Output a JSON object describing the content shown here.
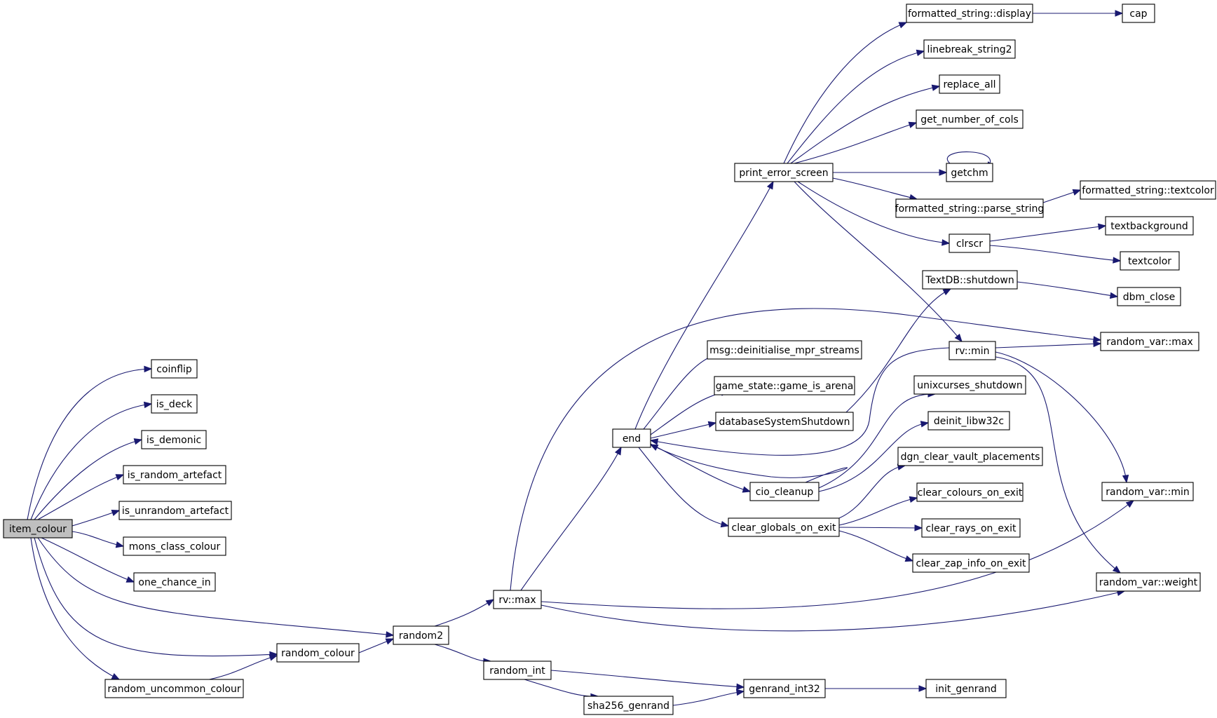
{
  "graph": {
    "nodes": [
      {
        "id": "item_colour",
        "label": "item_colour",
        "root": true
      },
      {
        "id": "coinflip",
        "label": "coinflip"
      },
      {
        "id": "is_deck",
        "label": "is_deck"
      },
      {
        "id": "is_demonic",
        "label": "is_demonic"
      },
      {
        "id": "is_random_artefact",
        "label": "is_random_artefact"
      },
      {
        "id": "is_unrandom_artefact",
        "label": "is_unrandom_artefact"
      },
      {
        "id": "mons_class_colour",
        "label": "mons_class_colour"
      },
      {
        "id": "one_chance_in",
        "label": "one_chance_in"
      },
      {
        "id": "random_uncommon_colour",
        "label": "random_uncommon_colour"
      },
      {
        "id": "random_colour",
        "label": "random_colour"
      },
      {
        "id": "random2",
        "label": "random2"
      },
      {
        "id": "rv_max",
        "label": "rv::max"
      },
      {
        "id": "random_int",
        "label": "random_int"
      },
      {
        "id": "sha256_genrand",
        "label": "sha256_genrand"
      },
      {
        "id": "end",
        "label": "end"
      },
      {
        "id": "print_error_screen",
        "label": "print_error_screen"
      },
      {
        "id": "msg_deinit",
        "label": "msg::deinitialise_mpr_streams"
      },
      {
        "id": "game_is_arena",
        "label": "game_state::game_is_arena"
      },
      {
        "id": "databaseSystemShutdown",
        "label": "databaseSystemShutdown"
      },
      {
        "id": "cio_cleanup",
        "label": "cio_cleanup"
      },
      {
        "id": "clear_globals_on_exit",
        "label": "clear_globals_on_exit"
      },
      {
        "id": "genrand_int32",
        "label": "genrand_int32"
      },
      {
        "id": "fs_display",
        "label": "formatted_string::display"
      },
      {
        "id": "linebreak_string2",
        "label": "linebreak_string2"
      },
      {
        "id": "replace_all",
        "label": "replace_all"
      },
      {
        "id": "get_number_of_cols",
        "label": "get_number_of_cols"
      },
      {
        "id": "getchm",
        "label": "getchm"
      },
      {
        "id": "fs_parse_string",
        "label": "formatted_string::parse_string"
      },
      {
        "id": "clrscr",
        "label": "clrscr"
      },
      {
        "id": "textdb_shutdown",
        "label": "TextDB::shutdown"
      },
      {
        "id": "rv_min",
        "label": "rv::min"
      },
      {
        "id": "unixcurses_shutdown",
        "label": "unixcurses_shutdown"
      },
      {
        "id": "deinit_libw32c",
        "label": "deinit_libw32c"
      },
      {
        "id": "dgn_clear_vault_placements",
        "label": "dgn_clear_vault_placements"
      },
      {
        "id": "clear_colours_on_exit",
        "label": "clear_colours_on_exit"
      },
      {
        "id": "clear_rays_on_exit",
        "label": "clear_rays_on_exit"
      },
      {
        "id": "clear_zap_info_on_exit",
        "label": "clear_zap_info_on_exit"
      },
      {
        "id": "init_genrand",
        "label": "init_genrand"
      },
      {
        "id": "cap",
        "label": "cap"
      },
      {
        "id": "fs_textcolor",
        "label": "formatted_string::textcolor"
      },
      {
        "id": "textbackground",
        "label": "textbackground"
      },
      {
        "id": "textcolor",
        "label": "textcolor"
      },
      {
        "id": "dbm_close",
        "label": "dbm_close"
      },
      {
        "id": "random_var_max",
        "label": "random_var::max"
      },
      {
        "id": "random_var_min",
        "label": "random_var::min"
      },
      {
        "id": "random_var_weight",
        "label": "random_var::weight"
      }
    ],
    "edges": [
      [
        "item_colour",
        "coinflip"
      ],
      [
        "item_colour",
        "is_deck"
      ],
      [
        "item_colour",
        "is_demonic"
      ],
      [
        "item_colour",
        "is_random_artefact"
      ],
      [
        "item_colour",
        "is_unrandom_artefact"
      ],
      [
        "item_colour",
        "mons_class_colour"
      ],
      [
        "item_colour",
        "one_chance_in"
      ],
      [
        "item_colour",
        "random2"
      ],
      [
        "item_colour",
        "random_colour"
      ],
      [
        "item_colour",
        "random_uncommon_colour"
      ],
      [
        "random_uncommon_colour",
        "random_colour"
      ],
      [
        "random_colour",
        "random2"
      ],
      [
        "random2",
        "rv_max"
      ],
      [
        "random2",
        "random_int"
      ],
      [
        "random_int",
        "genrand_int32"
      ],
      [
        "random_int",
        "sha256_genrand"
      ],
      [
        "sha256_genrand",
        "genrand_int32"
      ],
      [
        "genrand_int32",
        "init_genrand"
      ],
      [
        "rv_max",
        "end"
      ],
      [
        "rv_max",
        "random_var_max"
      ],
      [
        "rv_max",
        "random_var_min"
      ],
      [
        "rv_max",
        "random_var_weight"
      ],
      [
        "end",
        "print_error_screen"
      ],
      [
        "end",
        "msg_deinit"
      ],
      [
        "end",
        "game_is_arena"
      ],
      [
        "end",
        "databaseSystemShutdown"
      ],
      [
        "end",
        "cio_cleanup"
      ],
      [
        "end",
        "clear_globals_on_exit"
      ],
      [
        "cio_cleanup",
        "end"
      ],
      [
        "cio_cleanup",
        "unixcurses_shutdown"
      ],
      [
        "cio_cleanup",
        "deinit_libw32c"
      ],
      [
        "databaseSystemShutdown",
        "textdb_shutdown"
      ],
      [
        "textdb_shutdown",
        "dbm_close"
      ],
      [
        "clear_globals_on_exit",
        "dgn_clear_vault_placements"
      ],
      [
        "clear_globals_on_exit",
        "clear_colours_on_exit"
      ],
      [
        "clear_globals_on_exit",
        "clear_rays_on_exit"
      ],
      [
        "clear_globals_on_exit",
        "clear_zap_info_on_exit"
      ],
      [
        "print_error_screen",
        "fs_display"
      ],
      [
        "print_error_screen",
        "linebreak_string2"
      ],
      [
        "print_error_screen",
        "replace_all"
      ],
      [
        "print_error_screen",
        "get_number_of_cols"
      ],
      [
        "print_error_screen",
        "getchm"
      ],
      [
        "print_error_screen",
        "fs_parse_string"
      ],
      [
        "print_error_screen",
        "clrscr"
      ],
      [
        "print_error_screen",
        "rv_min"
      ],
      [
        "getchm",
        "getchm"
      ],
      [
        "fs_display",
        "cap"
      ],
      [
        "fs_parse_string",
        "fs_textcolor"
      ],
      [
        "clrscr",
        "textbackground"
      ],
      [
        "clrscr",
        "textcolor"
      ],
      [
        "rv_min",
        "end"
      ],
      [
        "rv_min",
        "random_var_max"
      ],
      [
        "rv_min",
        "random_var_min"
      ],
      [
        "rv_min",
        "random_var_weight"
      ]
    ]
  }
}
